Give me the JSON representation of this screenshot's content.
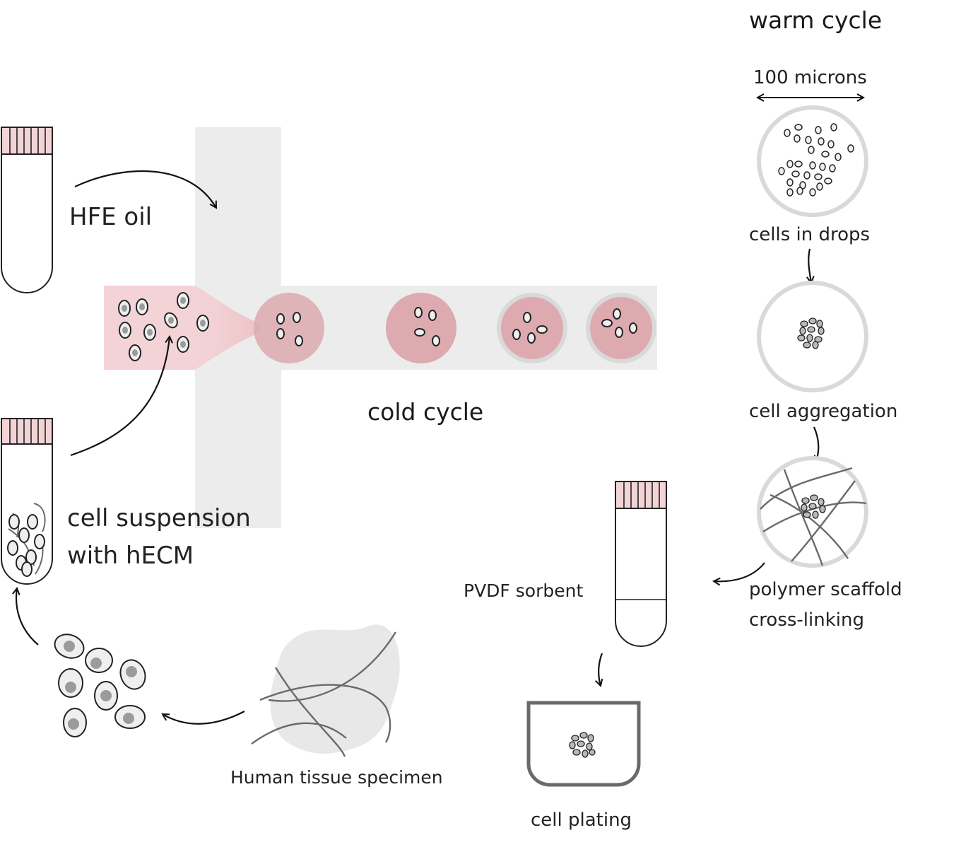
{
  "labels": {
    "warm_cycle": "warm cycle",
    "scale_bar": "100 microns",
    "cells_in_drops": "cells in drops",
    "cell_aggregation": "cell aggregation",
    "polymer_scaffold_line1": "polymer scaffold",
    "polymer_scaffold_line2": "cross-linking",
    "hfe_oil": "HFE oil",
    "cold_cycle": "cold cycle",
    "cell_suspension_line1": "cell suspension",
    "cell_suspension_line2": "with hECM",
    "pvdf_sorbent": "PVDF sorbent",
    "cell_plating": "cell plating",
    "human_tissue": "Human tissue specimen"
  },
  "colors": {
    "channel": "#ececec",
    "pink_fluid": "#f3d3d6",
    "droplet": "#ddaab0",
    "droplet_ring": "#d9d9d9",
    "cap": "#f2d4d6",
    "stroke": "#222222",
    "fiber": "#6a6a6a",
    "nucleus": "#9b9b9b"
  }
}
